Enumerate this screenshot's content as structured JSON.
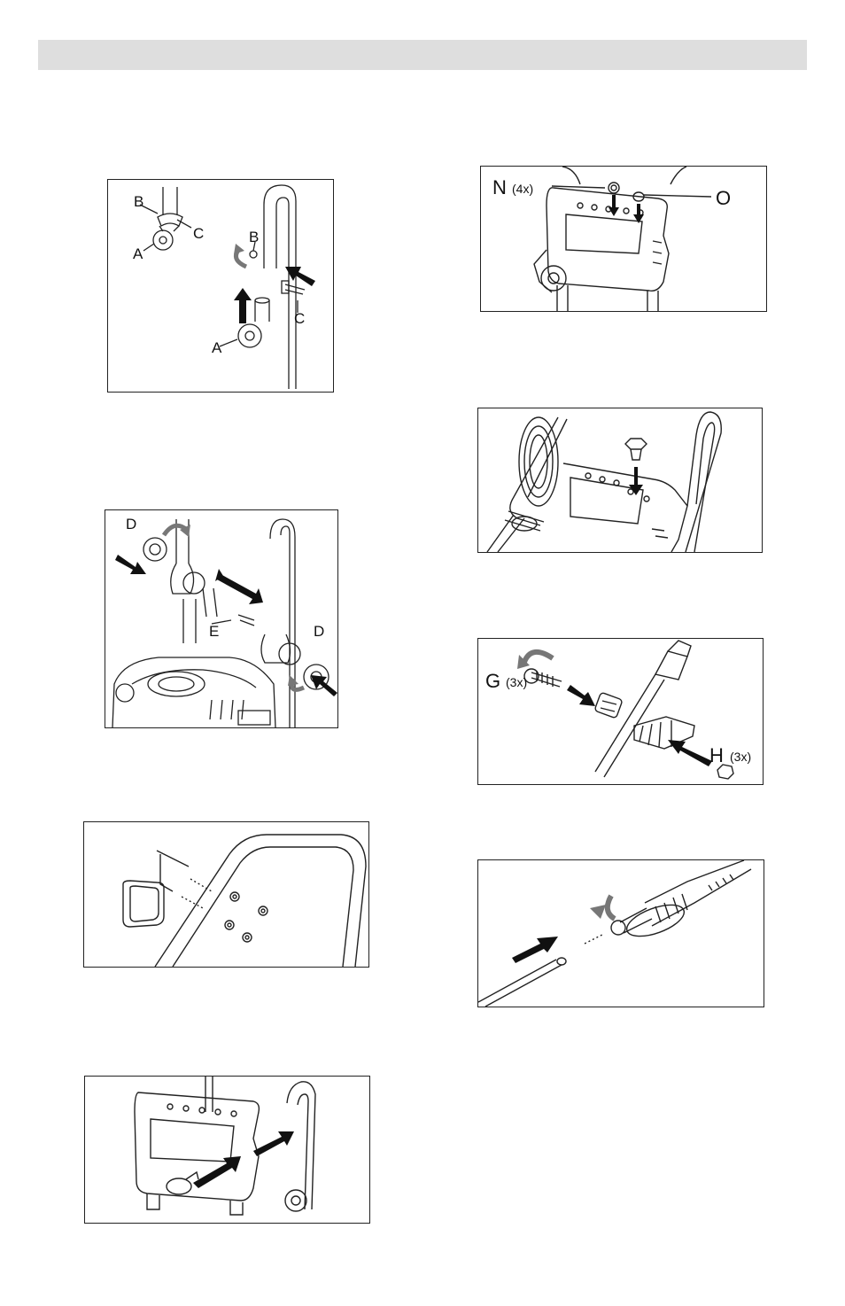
{
  "figures": {
    "fig1": {
      "labels": {
        "b1": "B",
        "c1": "C",
        "a1": "A",
        "b2": "B",
        "c2": "C",
        "a2": "A"
      }
    },
    "fig2": {
      "labels": {
        "d1": "D",
        "e": "E",
        "d2": "D"
      }
    },
    "fig3": {
      "labels": {}
    },
    "fig4": {
      "labels": {}
    },
    "fig5": {
      "labels": {
        "n": "N",
        "n_qty": "(4x)",
        "o": "O"
      }
    },
    "fig6": {
      "labels": {}
    },
    "fig7": {
      "labels": {
        "g": "G",
        "g_qty": "(3x)",
        "h": "H",
        "h_qty": "(3x)"
      }
    },
    "fig8": {
      "labels": {}
    }
  }
}
